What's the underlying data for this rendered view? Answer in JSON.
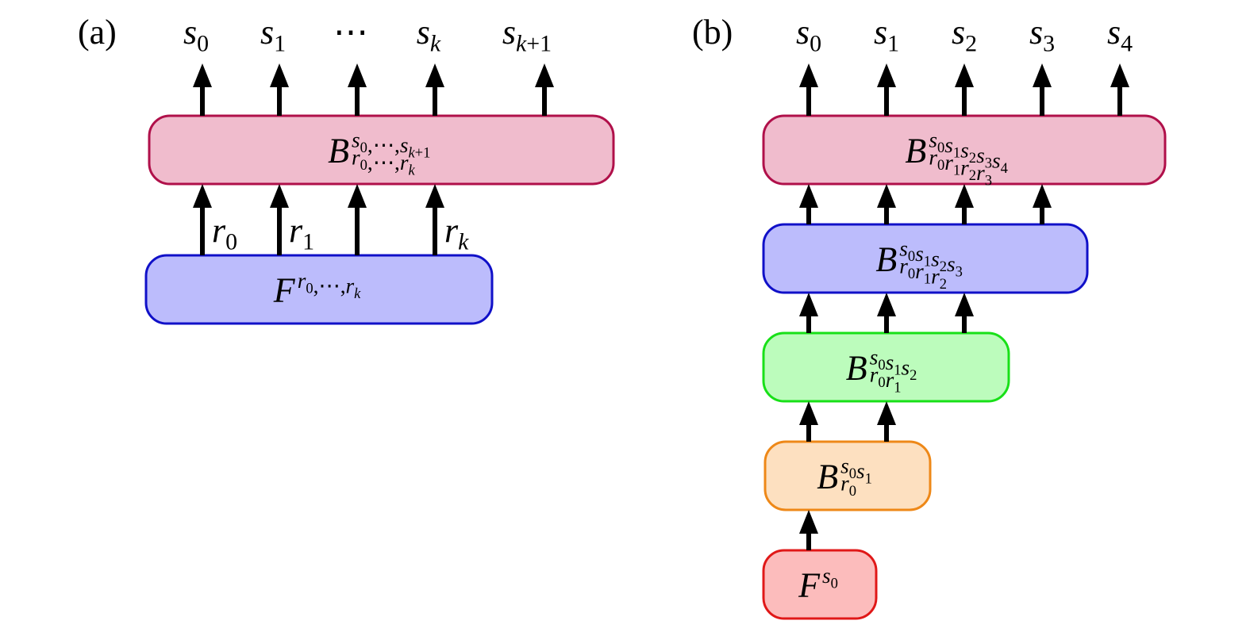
{
  "panels": {
    "a": {
      "label": "(a)",
      "outputs": [
        {
          "base": "s",
          "sub": "0"
        },
        {
          "base": "s",
          "sub": "1"
        },
        {
          "base": "⋯",
          "sub": ""
        },
        {
          "base": "s",
          "sub": "k"
        },
        {
          "base": "s",
          "sub": "k+1"
        }
      ],
      "boxes": [
        {
          "id": "B",
          "main": "B",
          "sup": "s₀,⋯,s_{k+1}",
          "sup_parts": [
            [
              "s",
              "0"
            ],
            [
              ",⋯,",
              ""
            ],
            [
              "s",
              "k+1"
            ]
          ],
          "sub_parts": [
            [
              "r",
              "0"
            ],
            [
              ",⋯,",
              ""
            ],
            [
              "r",
              "k"
            ]
          ],
          "fill": "#f0bccd",
          "stroke": "#b0104a"
        },
        {
          "id": "F",
          "main": "F",
          "sup_parts": [
            [
              "r",
              "0"
            ],
            [
              ",⋯,",
              ""
            ],
            [
              "r",
              "k"
            ]
          ],
          "sub_parts": [],
          "fill": "#bcbcfc",
          "stroke": "#1010c8"
        }
      ],
      "edge_labels": [
        {
          "base": "r",
          "sub": "0"
        },
        {
          "base": "r",
          "sub": "1"
        },
        {
          "base": "",
          "sub": ""
        },
        {
          "base": "r",
          "sub": "k"
        }
      ]
    },
    "b": {
      "label": "(b)",
      "outputs": [
        {
          "base": "s",
          "sub": "0"
        },
        {
          "base": "s",
          "sub": "1"
        },
        {
          "base": "s",
          "sub": "2"
        },
        {
          "base": "s",
          "sub": "3"
        },
        {
          "base": "s",
          "sub": "4"
        }
      ],
      "boxes": [
        {
          "id": "B4",
          "main": "B",
          "sup_parts": [
            [
              "s",
              "0"
            ],
            [
              "s",
              "1"
            ],
            [
              "s",
              "2"
            ],
            [
              "s",
              "3"
            ],
            [
              "s",
              "4"
            ]
          ],
          "sub_parts": [
            [
              "r",
              "0"
            ],
            [
              "r",
              "1"
            ],
            [
              "r",
              "2"
            ],
            [
              "r",
              "3"
            ]
          ],
          "fill": "#f0bccd",
          "stroke": "#b0104a"
        },
        {
          "id": "B3",
          "main": "B",
          "sup_parts": [
            [
              "s",
              "0"
            ],
            [
              "s",
              "1"
            ],
            [
              "s",
              "2"
            ],
            [
              "s",
              "3"
            ]
          ],
          "sub_parts": [
            [
              "r",
              "0"
            ],
            [
              "r",
              "1"
            ],
            [
              "r",
              "2"
            ]
          ],
          "fill": "#bcbcfc",
          "stroke": "#1010c8"
        },
        {
          "id": "B2",
          "main": "B",
          "sup_parts": [
            [
              "s",
              "0"
            ],
            [
              "s",
              "1"
            ],
            [
              "s",
              "2"
            ]
          ],
          "sub_parts": [
            [
              "r",
              "0"
            ],
            [
              "r",
              "1"
            ]
          ],
          "fill": "#bcfcbc",
          "stroke": "#18e018"
        },
        {
          "id": "B1",
          "main": "B",
          "sup_parts": [
            [
              "s",
              "0"
            ],
            [
              "s",
              "1"
            ]
          ],
          "sub_parts": [
            [
              "r",
              "0"
            ]
          ],
          "fill": "#fde0c0",
          "stroke": "#ee8818"
        },
        {
          "id": "F0",
          "main": "F",
          "sup_parts": [
            [
              "s",
              "0"
            ]
          ],
          "sub_parts": [],
          "fill": "#fcbcbc",
          "stroke": "#e01818"
        }
      ]
    }
  },
  "colors": {
    "arrow": "#000000"
  }
}
